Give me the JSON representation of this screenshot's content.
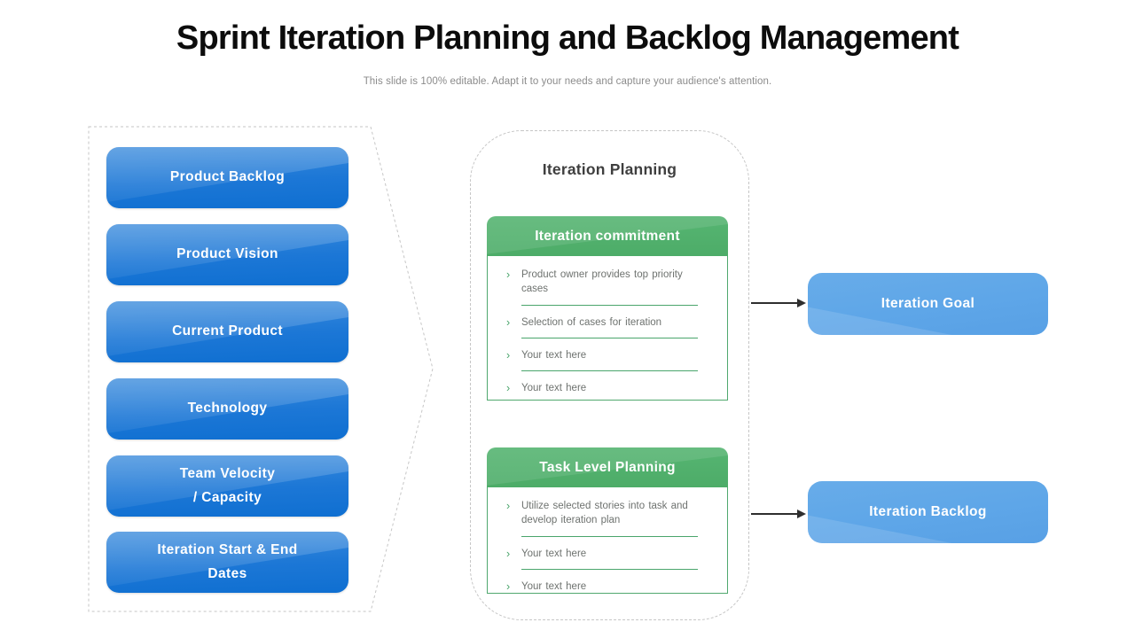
{
  "slide": {
    "title": "Sprint Iteration Planning and Backlog Management",
    "subtitle": "This slide is 100% editable. Adapt it to your needs and capture your audience's attention."
  },
  "left_stack": {
    "items": [
      {
        "label": "Product Backlog"
      },
      {
        "label": "Product Vision"
      },
      {
        "label": "Current Product"
      },
      {
        "label": "Technology"
      },
      {
        "label": "Team Velocity\n/ Capacity"
      },
      {
        "label": "Iteration Start & End\nDates"
      }
    ]
  },
  "planning_panel": {
    "title": "Iteration Planning",
    "bullet_char": "›",
    "cards": [
      {
        "header": "Iteration commitment",
        "items": [
          "Product owner provides top priority cases",
          "Selection of cases for iteration",
          "Your text here",
          "Your text here"
        ]
      },
      {
        "header": "Task Level Planning",
        "items": [
          "Utilize selected stories into task and develop iteration plan",
          "Your text here",
          "Your text here"
        ]
      }
    ]
  },
  "outputs": [
    {
      "label": "Iteration Goal"
    },
    {
      "label": "Iteration Backlog"
    }
  ],
  "colors": {
    "stack_button_blue": "#1c77d6",
    "card_header_green": "#52b16d",
    "card_border_green": "#50a86e",
    "output_box_blue": "#5ea6e8",
    "list_text_gray": "#6e726f",
    "arrow_black": "#2e2e2e",
    "dashed_border_gray": "#c6c6c6"
  }
}
